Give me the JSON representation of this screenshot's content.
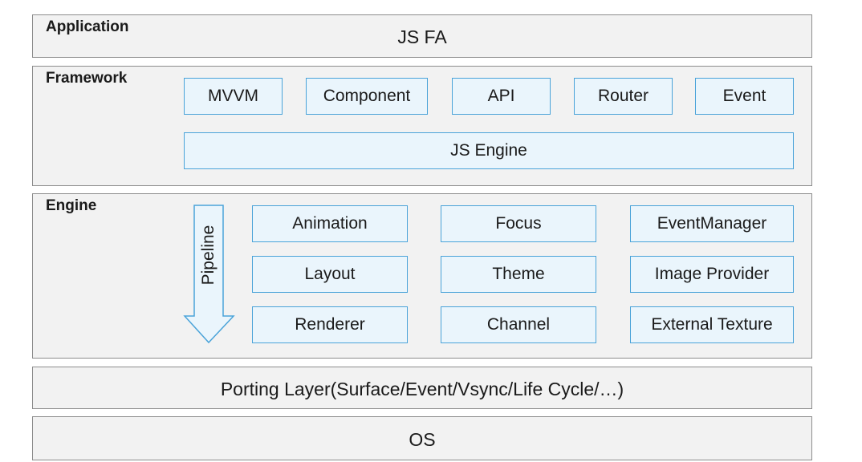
{
  "application": {
    "label": "Application",
    "title": "JS FA"
  },
  "framework": {
    "label": "Framework",
    "modules": [
      "MVVM",
      "Component",
      "API",
      "Router",
      "Event"
    ],
    "engine": "JS Engine"
  },
  "engine": {
    "label": "Engine",
    "pipeline": "Pipeline",
    "modules": [
      [
        "Animation",
        "Focus",
        "EventManager"
      ],
      [
        "Layout",
        "Theme",
        "Image Provider"
      ],
      [
        "Renderer",
        "Channel",
        "External Texture"
      ]
    ]
  },
  "porting": {
    "title": "Porting Layer(Surface/Event/Vsync/Life Cycle/…)"
  },
  "os": {
    "title": "OS"
  },
  "colors": {
    "layer_bg": "#f2f2f2",
    "layer_border": "#8c8c8c",
    "module_bg": "#eaf5fc",
    "module_border": "#4aa3d9"
  }
}
